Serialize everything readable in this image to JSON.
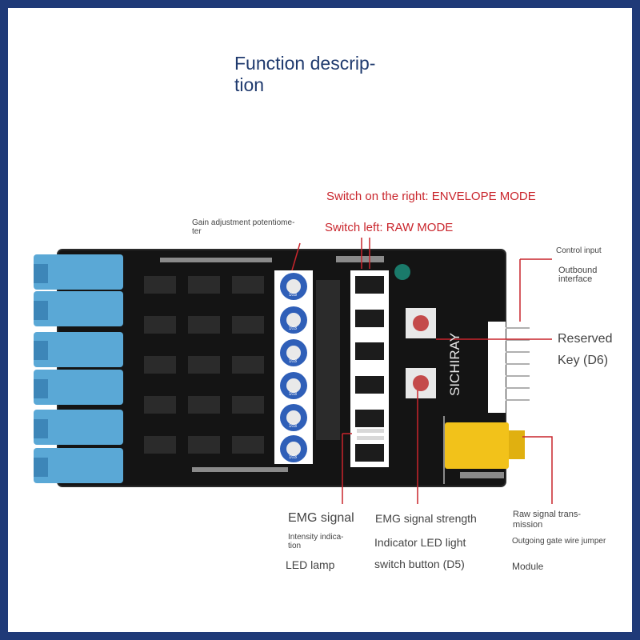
{
  "title": "Function descrip- tion",
  "title_lines": [
    "Function descrip-",
    "tion"
  ],
  "labels": {
    "switch_right": "Switch on the right: ENVELOPE MODE",
    "switch_left": "Switch left: RAW MODE",
    "gain_line1": "Gain adjustment potentiome-",
    "gain_line2": "ter",
    "control_input": "Control input",
    "outbound_line1": "Outbound",
    "outbound_line2": "interface",
    "reserved": "Reserved",
    "key": "Key (D6)",
    "emg_signal": "EMG signal",
    "intensity_line1": "Intensity indica-",
    "intensity_line2": "tion",
    "led_lamp": "LED lamp",
    "emg_strength": "EMG signal strength",
    "indicator_led": "Indicator LED light",
    "switch_button": "switch button (D5)",
    "raw_line1": "Raw signal trans-",
    "raw_line2": "mission",
    "jumper": "Outgoing gate wire jumper",
    "module": "Module"
  },
  "board": {
    "silkscreen": "SICHIRAY",
    "pot_marking": "103"
  },
  "colors": {
    "frame": "#1f3a78",
    "title": "#1f3a6e",
    "accent_red": "#c9252c",
    "pcb": "#141414",
    "jack": "#5aa8d6",
    "pot": "#2f5fb8",
    "yellow_jack": "#f2c21a"
  }
}
